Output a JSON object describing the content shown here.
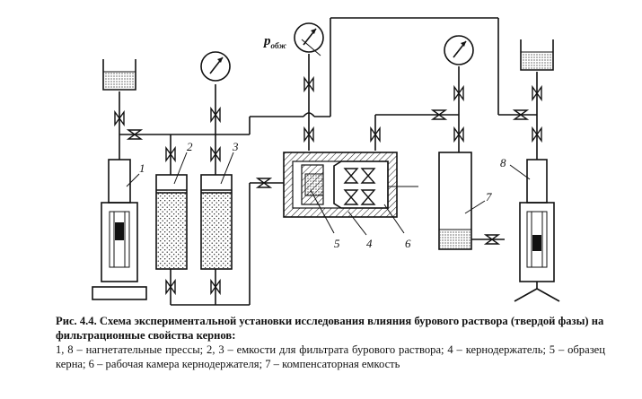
{
  "diagram": {
    "labels": {
      "l1": "1",
      "l2": "2",
      "l3": "3",
      "l4": "4",
      "l5": "5",
      "l6": "6",
      "l7": "7",
      "l8": "8",
      "p": "p",
      "p_sub": "обж"
    }
  },
  "caption": {
    "title": "Рис. 4.4. Схема экспериментальной установки исследования влияния бурового раствора (твердой фазы) на фильтрационные свойства кернов:",
    "body": "1, 8 – нагнетательные прессы; 2, 3 – емкости для фильтрата бурового раствора; 4 – кернодержатель; 5 – образец керна; 6 – рабочая камера кернодержателя; 7 – компенсаторная емкость"
  }
}
